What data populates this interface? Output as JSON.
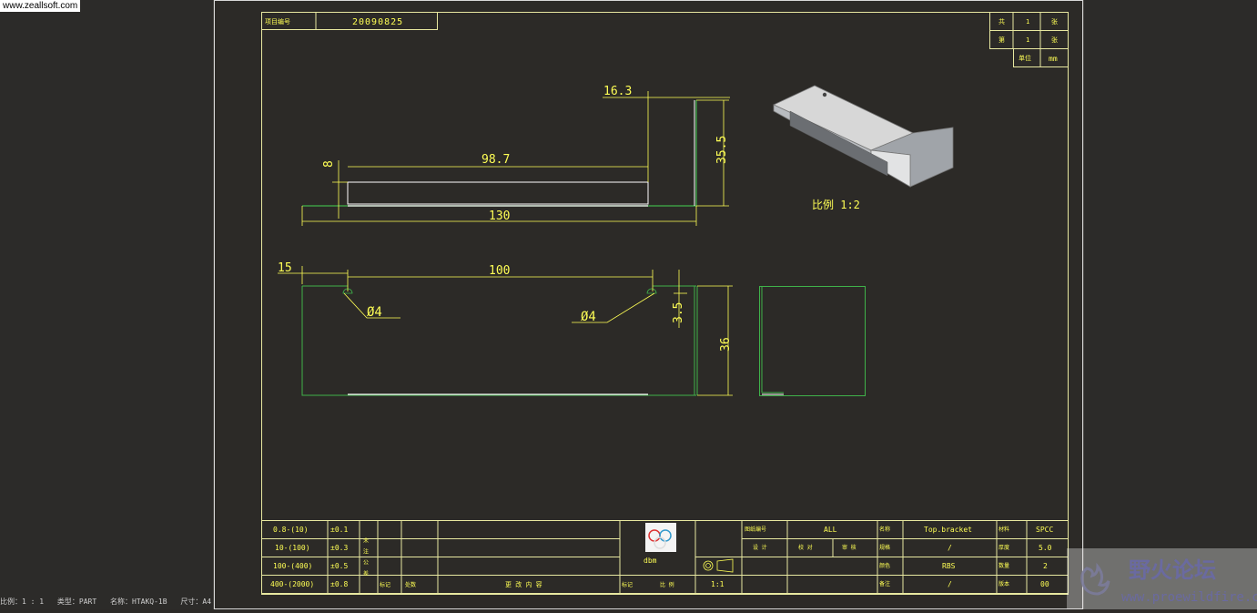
{
  "watermark_top": "www.zeallsoft.com",
  "status_bar": [
    "比例：1 : 1",
    "类型：PART",
    "名称：HTAKQ-1B",
    "尺寸：A4"
  ],
  "header": {
    "label": "项目编号",
    "value": "20090825",
    "sheet": [
      "共",
      "1",
      "张",
      "第",
      "1",
      "张",
      "单位",
      "mm"
    ]
  },
  "dims": {
    "d_16_3": "16.3",
    "d_8": "8",
    "d_98_7": "98.7",
    "d_35_5": "35.5",
    "d_130": "130",
    "d_15": "15",
    "d_100": "100",
    "d_phi4_a": "Ø4",
    "d_phi4_b": "Ø4",
    "d_3_5": "3.5",
    "d_36": "36"
  },
  "scale_note": "比例 1:2",
  "title_block": {
    "tolerances": [
      {
        "range": "0.8-(10)",
        "tol": "±0.1"
      },
      {
        "range": "10-(100)",
        "tol": "±0.3"
      },
      {
        "range": "100-(400)",
        "tol": "±0.5"
      },
      {
        "range": "400-(2000)",
        "tol": "±0.8"
      }
    ],
    "vertical_label": "未注公差",
    "bottom_left": [
      "标记",
      "处数",
      "更 改 内 容"
    ],
    "logo_text": "dbm",
    "scale_label": "比 例",
    "scale_value": "1:1",
    "sign_row": [
      "设 计",
      "校 对",
      "审 核"
    ],
    "drawing_no_label": "图纸编号",
    "all_value": "ALL",
    "fields": [
      {
        "label": "名称",
        "value": "Top.bracket",
        "label2": "材料",
        "value2": "SPCC"
      },
      {
        "label": "规格",
        "value": "/",
        "label2": "厚度",
        "value2": "5.0"
      },
      {
        "label": "颜色",
        "value": "RBS",
        "label2": "数量",
        "value2": "2"
      },
      {
        "label": "备注",
        "value": "/",
        "label2": "版本",
        "value2": "00"
      }
    ]
  },
  "watermark_logo": {
    "cn": "野火论坛",
    "url": "www.proewildfire.cn"
  },
  "colors": {
    "border": "#e8e8a0",
    "yellow": "#ffff55",
    "green": "#3fb24a",
    "white": "#ffffff"
  }
}
